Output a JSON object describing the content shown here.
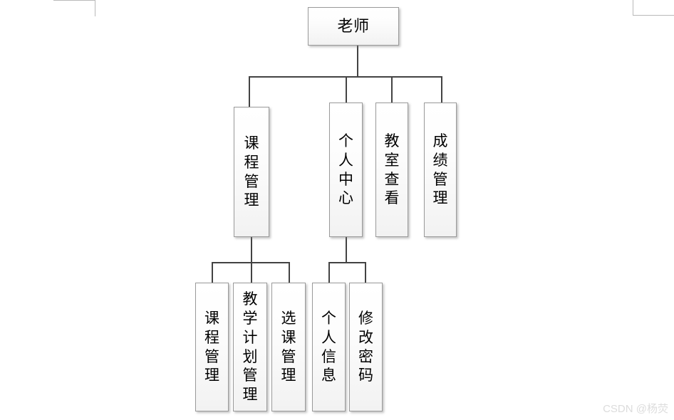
{
  "page": {
    "background_color": "#ffffff",
    "box_border_color": "#9a9a9a",
    "connector_color": "#434343",
    "text_color": "#000000",
    "watermark": "CSDN @杨荧"
  },
  "diagram": {
    "type": "tree",
    "root": {
      "label": "老师",
      "orientation": "horizontal"
    },
    "level2": [
      {
        "label": "课程管理",
        "orientation": "vertical"
      },
      {
        "label": "个人中心",
        "orientation": "vertical"
      },
      {
        "label": "教室查看",
        "orientation": "vertical"
      },
      {
        "label": "成绩管理",
        "orientation": "vertical"
      }
    ],
    "level3_course": [
      {
        "label": "课程管理",
        "orientation": "vertical"
      },
      {
        "label": "教学计划管理",
        "orientation": "vertical"
      },
      {
        "label": "选课管理",
        "orientation": "vertical"
      }
    ],
    "level3_personal": [
      {
        "label": "个人信息",
        "orientation": "vertical"
      },
      {
        "label": "修改密码",
        "orientation": "vertical"
      }
    ]
  }
}
